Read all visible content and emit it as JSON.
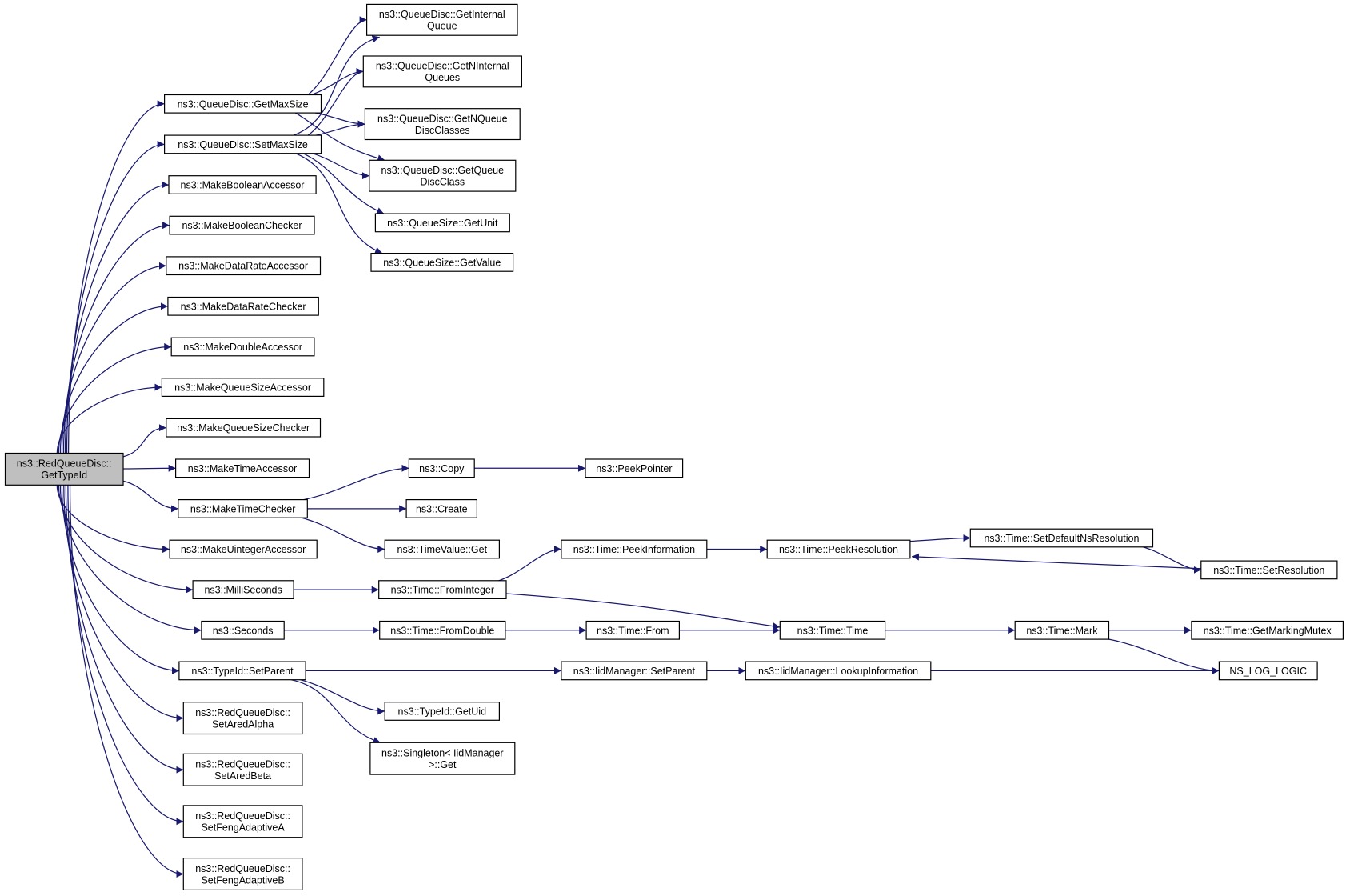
{
  "diagram": {
    "type": "call-graph",
    "edge_color": "#191970",
    "root_fill": "#bfbfbf",
    "nodes": [
      {
        "id": "root",
        "lines": [
          "ns3::RedQueueDisc::",
          "GetTypeId"
        ],
        "root": true
      },
      {
        "id": "getMaxSize",
        "lines": [
          "ns3::QueueDisc::GetMaxSize"
        ]
      },
      {
        "id": "setMaxSize",
        "lines": [
          "ns3::QueueDisc::SetMaxSize"
        ]
      },
      {
        "id": "makeBoolAcc",
        "lines": [
          "ns3::MakeBooleanAccessor"
        ]
      },
      {
        "id": "makeBoolChk",
        "lines": [
          "ns3::MakeBooleanChecker"
        ]
      },
      {
        "id": "makeDRAcc",
        "lines": [
          "ns3::MakeDataRateAccessor"
        ]
      },
      {
        "id": "makeDRChk",
        "lines": [
          "ns3::MakeDataRateChecker"
        ]
      },
      {
        "id": "makeDblAcc",
        "lines": [
          "ns3::MakeDoubleAccessor"
        ]
      },
      {
        "id": "makeQSAcc",
        "lines": [
          "ns3::MakeQueueSizeAccessor"
        ]
      },
      {
        "id": "makeQSChk",
        "lines": [
          "ns3::MakeQueueSizeChecker"
        ]
      },
      {
        "id": "makeTimeAcc",
        "lines": [
          "ns3::MakeTimeAccessor"
        ]
      },
      {
        "id": "makeTimeChk",
        "lines": [
          "ns3::MakeTimeChecker"
        ]
      },
      {
        "id": "makeUintAcc",
        "lines": [
          "ns3::MakeUintegerAccessor"
        ]
      },
      {
        "id": "milliSeconds",
        "lines": [
          "ns3::MilliSeconds"
        ]
      },
      {
        "id": "seconds",
        "lines": [
          "ns3::Seconds"
        ]
      },
      {
        "id": "typeIdSetParent",
        "lines": [
          "ns3::TypeId::SetParent"
        ]
      },
      {
        "id": "setAredAlpha",
        "lines": [
          "ns3::RedQueueDisc::",
          "SetAredAlpha"
        ]
      },
      {
        "id": "setAredBeta",
        "lines": [
          "ns3::RedQueueDisc::",
          "SetAredBeta"
        ]
      },
      {
        "id": "setFengA",
        "lines": [
          "ns3::RedQueueDisc::",
          "SetFengAdaptiveA"
        ]
      },
      {
        "id": "setFengB",
        "lines": [
          "ns3::RedQueueDisc::",
          "SetFengAdaptiveB"
        ]
      },
      {
        "id": "getInternalQueue",
        "lines": [
          "ns3::QueueDisc::GetInternal",
          "Queue"
        ]
      },
      {
        "id": "getNInternalQueues",
        "lines": [
          "ns3::QueueDisc::GetNInternal",
          "Queues"
        ]
      },
      {
        "id": "getNQueueDiscClasses",
        "lines": [
          "ns3::QueueDisc::GetNQueue",
          "DiscClasses"
        ]
      },
      {
        "id": "getQueueDiscClass",
        "lines": [
          "ns3::QueueDisc::GetQueue",
          "DiscClass"
        ]
      },
      {
        "id": "qsGetUnit",
        "lines": [
          "ns3::QueueSize::GetUnit"
        ]
      },
      {
        "id": "qsGetValue",
        "lines": [
          "ns3::QueueSize::GetValue"
        ]
      },
      {
        "id": "copy",
        "lines": [
          "ns3::Copy"
        ]
      },
      {
        "id": "peekPointer",
        "lines": [
          "ns3::PeekPointer"
        ]
      },
      {
        "id": "create",
        "lines": [
          "ns3::Create"
        ]
      },
      {
        "id": "timeValueGet",
        "lines": [
          "ns3::TimeValue::Get"
        ]
      },
      {
        "id": "peekInformation",
        "lines": [
          "ns3::Time::PeekInformation"
        ]
      },
      {
        "id": "peekResolution",
        "lines": [
          "ns3::Time::PeekResolution"
        ]
      },
      {
        "id": "setDefaultNsRes",
        "lines": [
          "ns3::Time::SetDefaultNsResolution"
        ]
      },
      {
        "id": "setResolution",
        "lines": [
          "ns3::Time::SetResolution"
        ]
      },
      {
        "id": "fromInteger",
        "lines": [
          "ns3::Time::FromInteger"
        ]
      },
      {
        "id": "fromDouble",
        "lines": [
          "ns3::Time::FromDouble"
        ]
      },
      {
        "id": "timeFrom",
        "lines": [
          "ns3::Time::From"
        ]
      },
      {
        "id": "timeTime",
        "lines": [
          "ns3::Time::Time"
        ]
      },
      {
        "id": "timeMark",
        "lines": [
          "ns3::Time::Mark"
        ]
      },
      {
        "id": "getMarkingMutex",
        "lines": [
          "ns3::Time::GetMarkingMutex"
        ]
      },
      {
        "id": "nsLogLogic",
        "lines": [
          "NS_LOG_LOGIC"
        ]
      },
      {
        "id": "iidSetParent",
        "lines": [
          "ns3::IidManager::SetParent"
        ]
      },
      {
        "id": "iidLookup",
        "lines": [
          "ns3::IidManager::LookupInformation"
        ]
      },
      {
        "id": "typeIdGetUid",
        "lines": [
          "ns3::TypeId::GetUid"
        ]
      },
      {
        "id": "singletonGet",
        "lines": [
          "ns3::Singleton< IidManager",
          ">::Get"
        ]
      }
    ],
    "edges": [
      [
        "root",
        "getMaxSize"
      ],
      [
        "root",
        "setMaxSize"
      ],
      [
        "root",
        "makeBoolAcc"
      ],
      [
        "root",
        "makeBoolChk"
      ],
      [
        "root",
        "makeDRAcc"
      ],
      [
        "root",
        "makeDRChk"
      ],
      [
        "root",
        "makeDblAcc"
      ],
      [
        "root",
        "makeQSAcc"
      ],
      [
        "root",
        "makeQSChk"
      ],
      [
        "root",
        "makeTimeAcc"
      ],
      [
        "root",
        "makeTimeChk"
      ],
      [
        "root",
        "makeUintAcc"
      ],
      [
        "root",
        "milliSeconds"
      ],
      [
        "root",
        "seconds"
      ],
      [
        "root",
        "typeIdSetParent"
      ],
      [
        "root",
        "setAredAlpha"
      ],
      [
        "root",
        "setAredBeta"
      ],
      [
        "root",
        "setFengA"
      ],
      [
        "root",
        "setFengB"
      ],
      [
        "getMaxSize",
        "getInternalQueue"
      ],
      [
        "getMaxSize",
        "getNInternalQueues"
      ],
      [
        "getMaxSize",
        "getNQueueDiscClasses"
      ],
      [
        "getMaxSize",
        "getQueueDiscClass"
      ],
      [
        "setMaxSize",
        "getInternalQueue"
      ],
      [
        "setMaxSize",
        "getNInternalQueues"
      ],
      [
        "setMaxSize",
        "getNQueueDiscClasses"
      ],
      [
        "setMaxSize",
        "getQueueDiscClass"
      ],
      [
        "setMaxSize",
        "qsGetUnit"
      ],
      [
        "setMaxSize",
        "qsGetValue"
      ],
      [
        "makeTimeChk",
        "copy"
      ],
      [
        "makeTimeChk",
        "create"
      ],
      [
        "makeTimeChk",
        "timeValueGet"
      ],
      [
        "copy",
        "peekPointer"
      ],
      [
        "milliSeconds",
        "fromInteger"
      ],
      [
        "seconds",
        "fromDouble"
      ],
      [
        "fromInteger",
        "peekInformation"
      ],
      [
        "fromInteger",
        "timeTime"
      ],
      [
        "peekInformation",
        "peekResolution"
      ],
      [
        "peekResolution",
        "setDefaultNsRes"
      ],
      [
        "setDefaultNsRes",
        "setResolution"
      ],
      [
        "setResolution",
        "peekResolution"
      ],
      [
        "fromDouble",
        "timeFrom"
      ],
      [
        "timeFrom",
        "timeTime"
      ],
      [
        "timeTime",
        "timeMark"
      ],
      [
        "timeMark",
        "getMarkingMutex"
      ],
      [
        "timeMark",
        "nsLogLogic"
      ],
      [
        "typeIdSetParent",
        "iidSetParent"
      ],
      [
        "typeIdSetParent",
        "typeIdGetUid"
      ],
      [
        "typeIdSetParent",
        "singletonGet"
      ],
      [
        "iidSetParent",
        "iidLookup"
      ],
      [
        "iidLookup",
        "nsLogLogic"
      ]
    ]
  }
}
